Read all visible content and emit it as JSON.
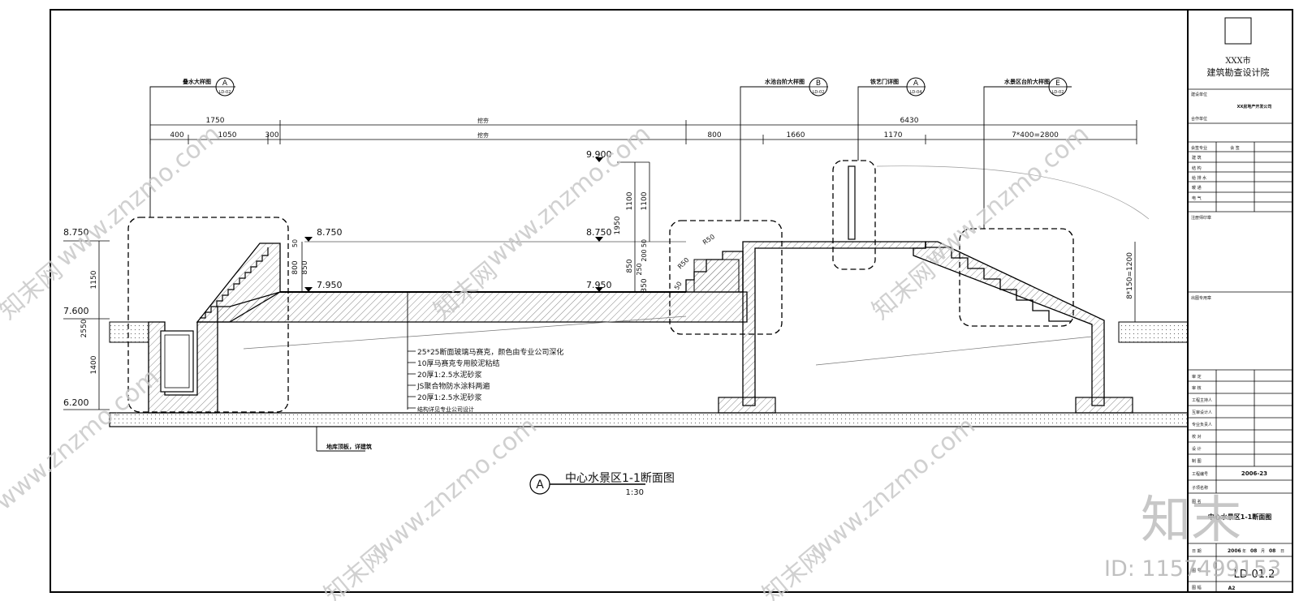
{
  "drawing": {
    "title": "中心水景区1-1断面图",
    "scale": "1:30",
    "title_mark": "A"
  },
  "callouts": [
    {
      "label": "叠水大样图",
      "mark_top": "A",
      "mark_bottom": "LD-02"
    },
    {
      "label": "水池台阶大样图",
      "mark_top": "B",
      "mark_bottom": "LD-02"
    },
    {
      "label": "铁艺门详图",
      "mark_top": "A",
      "mark_bottom": "LD-04"
    },
    {
      "label": "水景区台阶大样图",
      "mark_top": "E",
      "mark_bottom": "LD-02"
    }
  ],
  "dims_top": {
    "row1": [
      "1750",
      "挖夯",
      "6430"
    ],
    "row2": [
      "400",
      "1050",
      "300",
      "挖夯",
      "800",
      "1660",
      "1170",
      "7*400=2800"
    ]
  },
  "levels": [
    "8.750",
    "7.600",
    "6.200",
    "8.750",
    "7.950",
    "9.900",
    "8.750",
    "7.950"
  ],
  "dims_left": [
    "1150",
    "2550",
    "1400"
  ],
  "dims_mid_a": [
    "1100",
    "1950",
    "850",
    "350",
    "50",
    "800",
    "850"
  ],
  "dims_mid_b": [
    "1100",
    "50",
    "200",
    "250"
  ],
  "dims_right": [
    "8*150=1200"
  ],
  "radii": [
    "R50",
    "R50",
    "50"
  ],
  "notes": [
    "25*25断面玻璃马赛克，颜色由专业公司深化",
    "10厚马赛克专用胶泥粘结",
    "20厚1:2.5水泥砂浆",
    "JS聚合物防水涂料两遍",
    "20厚1:2.5水泥砂浆",
    "结构详见专业公司设计"
  ],
  "floor_note": "地库顶板，详建筑",
  "title_block": {
    "org_line1": "XXX市",
    "org_line2": "建筑勘查设计院",
    "client_label": "建设单位",
    "client_value": "XX房地产开发公司",
    "partner_label": "合作单位",
    "discipline_head": "会签专业",
    "discipline_sign": "会 签",
    "disciplines": [
      "建 筑",
      "结 构",
      "给 排 水",
      "暖 通",
      "电 气"
    ],
    "seal_label": "注册师印章",
    "stamp_label": "出图专用章",
    "roles": [
      "审 定",
      "审 核",
      "工程主持人",
      "互审设计人",
      "专业负责人",
      "校 对",
      "设 计",
      "制 图"
    ],
    "project_no_label": "工程编号",
    "project_no": "2006-23",
    "sub_label": "子项名称",
    "drawing_name_label": "图 名",
    "drawing_name": "中心水景区1-1断面图",
    "date_label": "日 期",
    "date_y": "2006",
    "date_y_u": "年",
    "date_m": "08",
    "date_m_u": "月",
    "date_d": "08",
    "date_d_u": "日",
    "sheet_no_label": "图 号",
    "sheet_no": "LD-01.2",
    "size_label": "图 幅",
    "size": "A2"
  },
  "watermark": {
    "brand": "知末",
    "site": "www.znzmo.com",
    "net": "知末网",
    "id_text": "ID: 1157499153"
  }
}
